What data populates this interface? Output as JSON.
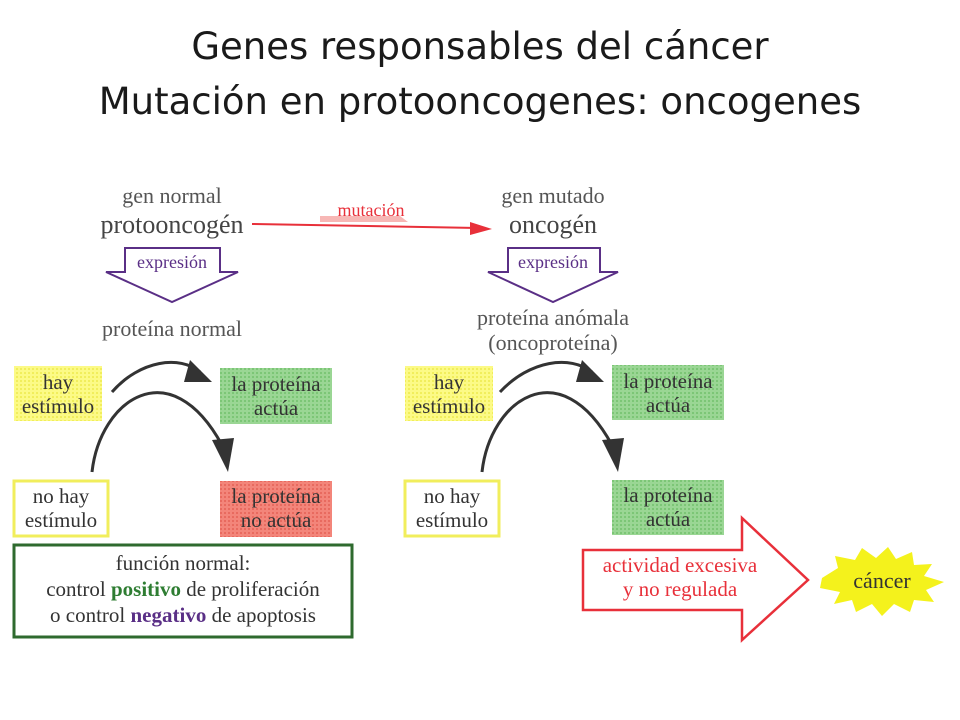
{
  "title": {
    "line1": "Genes responsables del cáncer",
    "line2": "Mutación en protooncogenes: oncogenes"
  },
  "diagram": {
    "left": {
      "gene_label": "gen normal",
      "gene_name": "protooncogén",
      "expression": "expresión",
      "protein": "proteína normal",
      "stimulus_yes": [
        "hay",
        "estímulo"
      ],
      "stimulus_no": [
        "no hay",
        "estímulo"
      ],
      "result_yes": [
        "la proteína",
        "actúa"
      ],
      "result_no": [
        "la proteína",
        "no actúa"
      ],
      "function_box": {
        "line1": "función normal:",
        "line2_a": "control ",
        "line2_b": "positivo",
        "line2_c": " de proliferación",
        "line3_a": "o control ",
        "line3_b": "negativo",
        "line3_c": " de apoptosis"
      }
    },
    "mutation_label": "mutación",
    "right": {
      "gene_label": "gen mutado",
      "gene_name": "oncogén",
      "expression": "expresión",
      "protein_line1": "proteína anómala",
      "protein_line2": "(oncoproteína)",
      "stimulus_yes": [
        "hay",
        "estímulo"
      ],
      "stimulus_no": [
        "no hay",
        "estímulo"
      ],
      "result_yes": [
        "la proteína",
        "actúa"
      ],
      "result_no": [
        "la proteína",
        "actúa"
      ],
      "excess": [
        "actividad excesiva",
        "y no regulada"
      ],
      "cancer": "cáncer"
    }
  },
  "colors": {
    "yellow_box": "#fbf97a",
    "green_box": "#8fd28a",
    "red_box": "#f07a6e",
    "purple": "#5a2f86",
    "red": "#e8303a",
    "dark_green": "#2e7d32",
    "cancer_yellow": "#f4f21c"
  }
}
